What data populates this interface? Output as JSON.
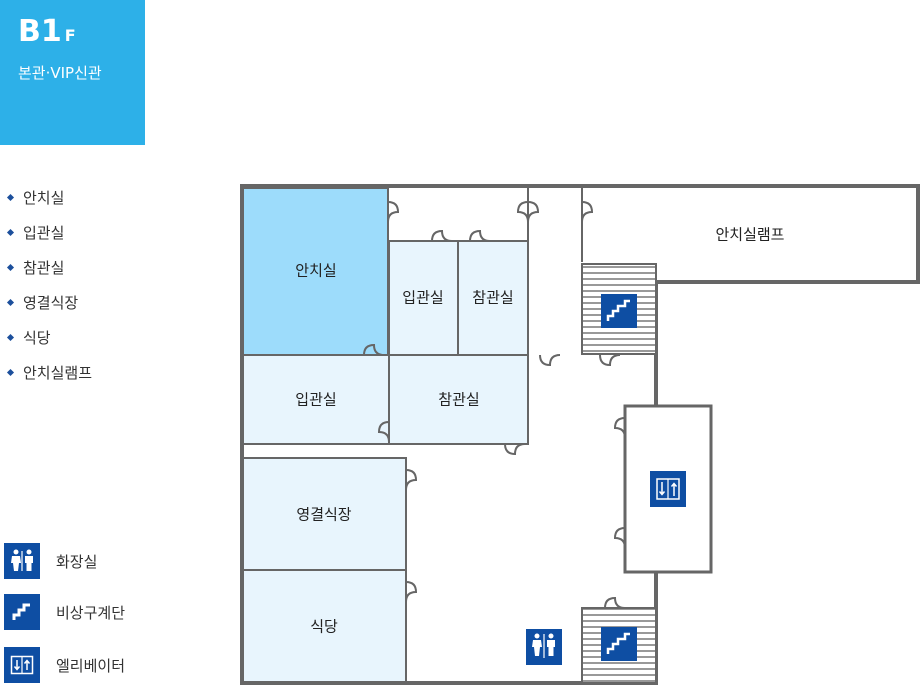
{
  "header": {
    "floor": "B1",
    "floor_suffix": "F",
    "building": "본관·VIP신관"
  },
  "legend": [
    "안치실",
    "입관실",
    "참관실",
    "영결식장",
    "식당",
    "안치실램프"
  ],
  "icon_legend": [
    {
      "icon": "restroom-icon",
      "label": "화장실"
    },
    {
      "icon": "emergency-stairs-icon",
      "label": "비상구계단"
    },
    {
      "icon": "elevator-icon",
      "label": "엘리베이터"
    }
  ],
  "rooms": {
    "morgue": "안치실",
    "casket1": "입관실",
    "observe1": "참관실",
    "casket2": "입관실",
    "observe2": "참관실",
    "funeral_hall": "영결식장",
    "cafeteria": "식당",
    "morgue_ramp": "안치실램프"
  },
  "colors": {
    "badge": "#2db0e8",
    "highlight": "#9ddcfb",
    "room": "#e8f5fd",
    "wall": "#666666",
    "icon": "#0e4ea3"
  }
}
